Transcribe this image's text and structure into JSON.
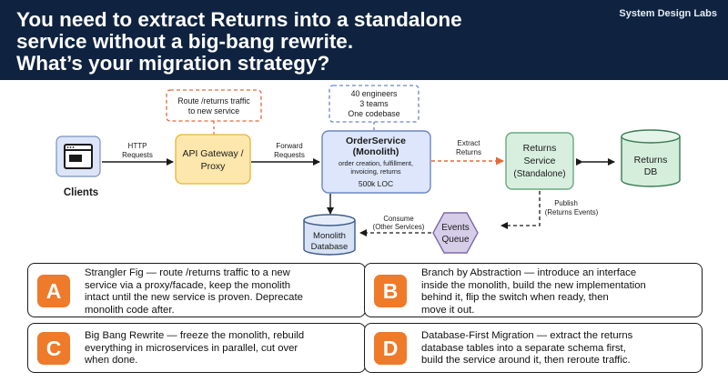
{
  "header": {
    "title_lines": [
      "You need to extract Returns into a standalone",
      "service without a big-bang rewrite.",
      "What’s your migration strategy?"
    ],
    "brand": "System Design Labs"
  },
  "diagram": {
    "clients": {
      "label": "Clients",
      "icon": "browser-window-icon"
    },
    "http_requests": [
      "HTTP",
      "Requests"
    ],
    "api_gateway": [
      "API Gateway /",
      "Proxy"
    ],
    "route_note": [
      "Route /returns traffic",
      "to new service"
    ],
    "forward_requests": [
      "Forward",
      "Requests"
    ],
    "team_note": [
      "40 engineers",
      "3 teams",
      "One codebase"
    ],
    "order_service": {
      "title": [
        "OrderService",
        "(Monolith)"
      ],
      "desc": [
        "order creation, fulfillment,",
        "invoicing, returns"
      ],
      "loc": "500k LOC"
    },
    "extract_returns": [
      "Extract",
      "Returns"
    ],
    "returns_service": [
      "Returns",
      "Service",
      "(Standalone)"
    ],
    "returns_db": [
      "Returns",
      "DB"
    ],
    "publish": [
      "Publish",
      "(Returns Events)"
    ],
    "events_queue": [
      "Events",
      "Queue"
    ],
    "consume": [
      "Consume",
      "(Other Services)"
    ],
    "monolith_db": [
      "Monolith",
      "Database"
    ],
    "colors": {
      "gateway_fill": "#fde7ac",
      "gateway_stroke": "#e7b43a",
      "order_fill": "#dde6fa",
      "order_stroke": "#6a86c6",
      "returns_fill": "#d8efdf",
      "returns_stroke": "#6aa882",
      "db_fill": "#d5eedb",
      "queue_fill": "#d6cde8",
      "queue_stroke": "#7d6aa8",
      "extract_arrow": "#e5683a",
      "orange_dash": "#e5683a",
      "blue_dash": "#6a86c6"
    }
  },
  "options": [
    {
      "letter": "A",
      "lines": [
        "Strangler Fig — route /returns traffic to a new",
        "service via a proxy/facade, keep the monolith",
        "intact until the new service is proven. Deprecate",
        "monolith code after."
      ]
    },
    {
      "letter": "B",
      "lines": [
        "Branch by Abstraction — introduce an interface",
        "inside the monolith, build the new implementation",
        "behind it, flip the switch when ready, then",
        "move it out."
      ]
    },
    {
      "letter": "C",
      "lines": [
        "Big Bang Rewrite — freeze the monolith, rebuild",
        "everything in microservices in parallel, cut over",
        "when done."
      ]
    },
    {
      "letter": "D",
      "lines": [
        "Database-First Migration — extract the returns",
        "database tables into a separate schema first,",
        "build the service around it, then reroute traffic."
      ]
    }
  ],
  "option_accent": "#ee7a2a"
}
